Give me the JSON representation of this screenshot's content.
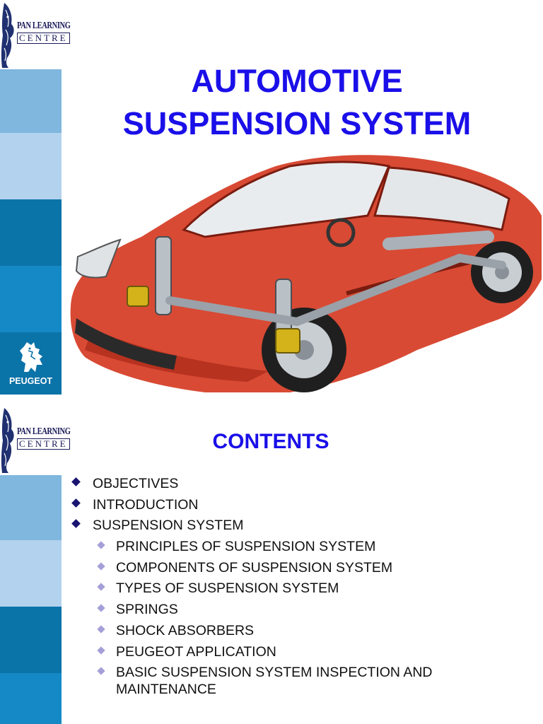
{
  "slide1": {
    "logo": {
      "line1": "PAN LEARNING",
      "line2": "CENTRE"
    },
    "brand_label": "PEUGEOT",
    "title_line1": "AUTOMOTIVE",
    "title_line2": "SUSPENSION SYSTEM",
    "stripe_colors": [
      "#7fb7de",
      "#b3d2ee",
      "#0a73a8",
      "#1589c6"
    ],
    "title_color": "#1a0fe8"
  },
  "slide2": {
    "logo": {
      "line1": "PAN LEARNING",
      "line2": "CENTRE"
    },
    "heading": "CONTENTS",
    "items": [
      {
        "text": "OBJECTIVES",
        "level": 1
      },
      {
        "text": "INTRODUCTION",
        "level": 1
      },
      {
        "text": "SUSPENSION SYSTEM",
        "level": 1
      },
      {
        "text": "PRINCIPLES OF SUSPENSION SYSTEM",
        "level": 2
      },
      {
        "text": "COMPONENTS OF SUSPENSION SYSTEM",
        "level": 2
      },
      {
        "text": "TYPES OF SUSPENSION SYSTEM",
        "level": 2
      },
      {
        "text": "SPRINGS",
        "level": 2
      },
      {
        "text": "SHOCK ABSORBERS",
        "level": 2
      },
      {
        "text": "PEUGEOT APPLICATION",
        "level": 2
      },
      {
        "text": "BASIC SUSPENSION SYSTEM INSPECTION AND MAINTENANCE",
        "level": 2
      }
    ]
  },
  "icons": {
    "logo": "lion-head-logo-icon",
    "brand": "peugeot-lion-icon",
    "bullet_level1": "diamond-bullet-dark",
    "bullet_level2": "diamond-bullet-light"
  },
  "image": {
    "description_name": "car-suspension-cutaway-image"
  }
}
